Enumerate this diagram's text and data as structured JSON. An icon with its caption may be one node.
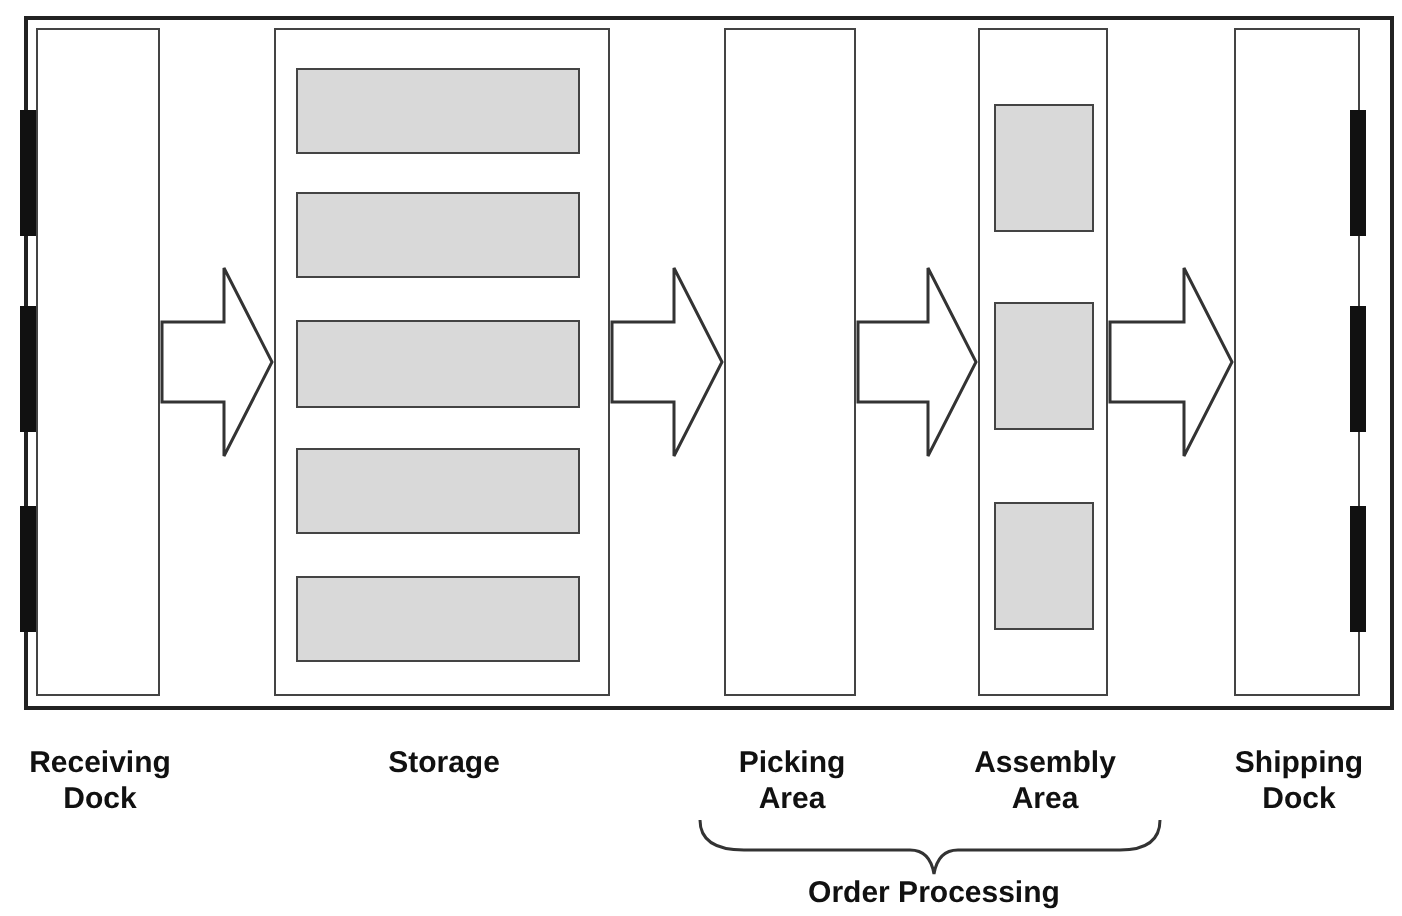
{
  "diagram": {
    "nodes": [
      {
        "text": [],
        "shape": "box"
      },
      {
        "text": [
          "Receiving Dock"
        ],
        "in": 0
      },
      {
        "text": [
          "Storage"
        ],
        "in": 0
      },
      {
        "text": [],
        "shape": "box",
        "in": 2
      },
      {
        "text": [],
        "shape": "box",
        "in": 2
      },
      {
        "text": [],
        "shape": "box",
        "in": 2
      },
      {
        "text": [],
        "shape": "box",
        "in": 2
      },
      {
        "text": [],
        "shape": "box",
        "in": 2
      },
      {
        "text": [
          "Picking Area"
        ],
        "in": 0
      },
      {
        "text": [
          "Assembly Area"
        ],
        "in": 0
      },
      {
        "text": [],
        "shape": "box",
        "in": 9
      },
      {
        "text": [],
        "shape": "box",
        "in": 9
      },
      {
        "text": [],
        "shape": "box",
        "in": 9
      },
      {
        "text": [
          "Shipping Dock"
        ],
        "in": 0
      }
    ],
    "edges": [
      {
        "from": 1,
        "to": 2,
        "arrow": "to"
      },
      {
        "from": 2,
        "to": 8,
        "arrow": "to"
      },
      {
        "from": 8,
        "to": 9,
        "arrow": "to"
      },
      {
        "from": 9,
        "to": 13,
        "arrow": "to"
      }
    ],
    "labels": [
      "Order Processing"
    ]
  }
}
